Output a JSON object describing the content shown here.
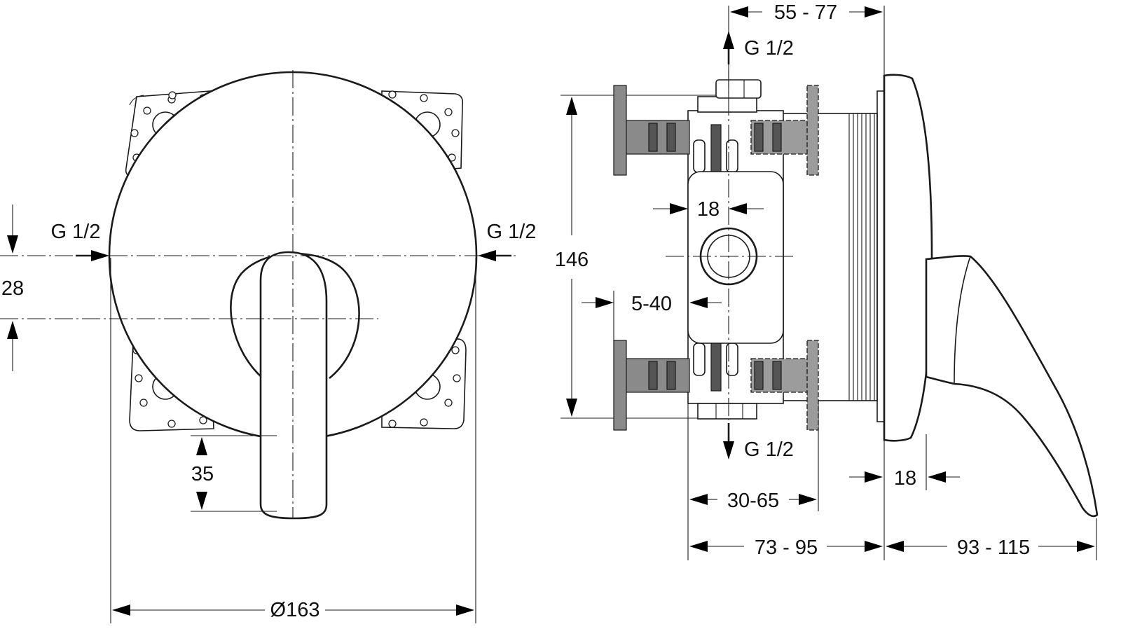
{
  "front_view": {
    "inlet_left": "G 1/2",
    "inlet_right": "G 1/2",
    "offset_28": "28",
    "lever_length_35": "35",
    "diameter": "Ø163"
  },
  "side_view": {
    "outlet_top": "G 1/2",
    "outlet_bottom": "G 1/2",
    "range_55_77": "55 - 77",
    "height_146": "146",
    "width_18_inner": "18",
    "range_5_40": "5-40",
    "range_30_65": "30-65",
    "width_18_outer": "18",
    "range_73_95": "73 - 95",
    "range_93_115": "93 - 115"
  }
}
